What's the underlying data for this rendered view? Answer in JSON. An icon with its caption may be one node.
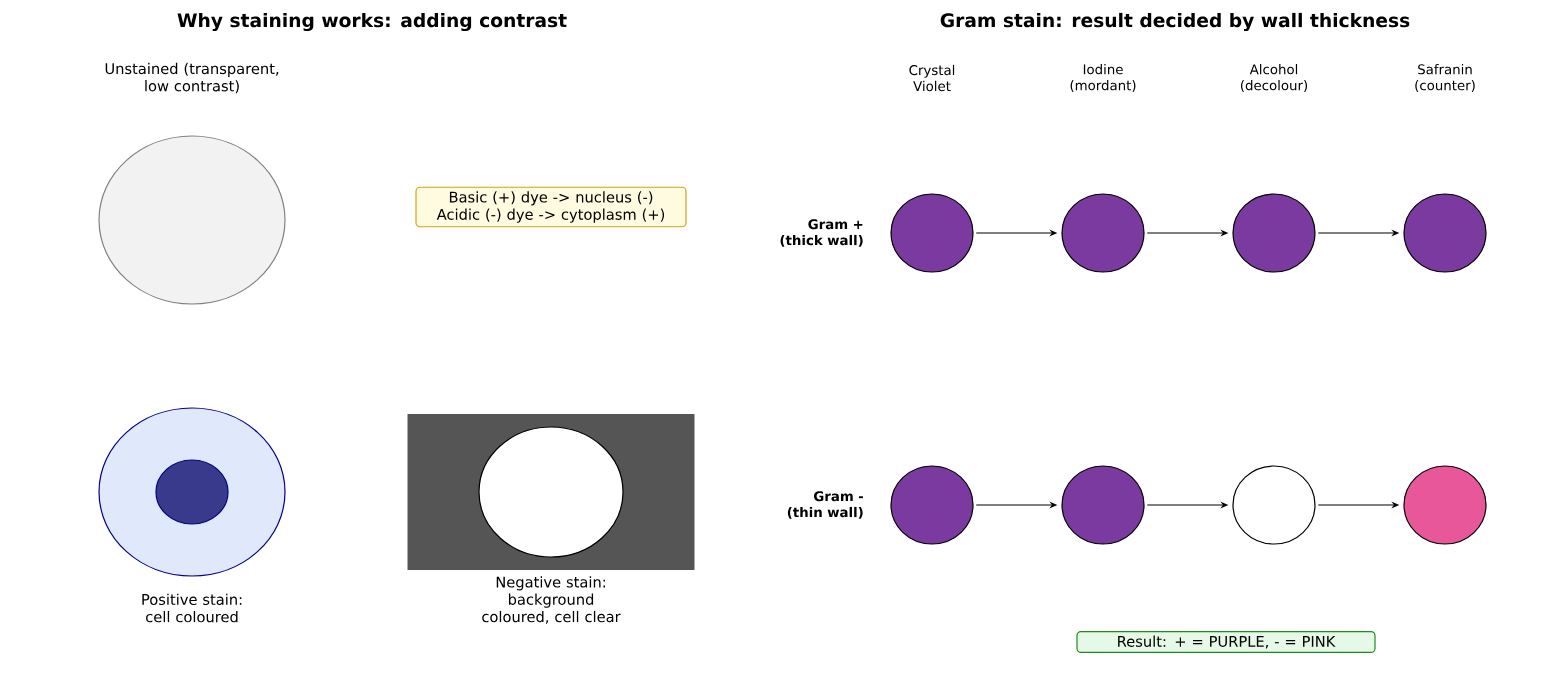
{
  "diagram": {
    "nodes": [
      {
        "text": [
          "Unstained (transparent, low contrast)"
        ]
      },
      {
        "text": [
          "Basic (+) dye -> nucleus (-) Acidic (-) dye -> cytoplasm (+)"
        ]
      },
      {
        "text": [
          "Positive stain: cell coloured"
        ]
      },
      {
        "text": [
          "Negative stain: background coloured, cell clear"
        ]
      },
      {
        "text": [],
        "shape": "circle"
      },
      {
        "text": [],
        "shape": "circle"
      },
      {
        "text": [],
        "shape": "circle"
      },
      {
        "text": [],
        "shape": "circle"
      },
      {
        "text": [],
        "shape": "circle"
      },
      {
        "text": [],
        "shape": "circle"
      },
      {
        "text": [],
        "shape": "circle"
      },
      {
        "text": [],
        "shape": "circle"
      },
      {
        "text": [
          "Result: + = PURPLE,  - = PINK"
        ]
      }
    ],
    "edges": [
      {
        "from": 4,
        "to": 5,
        "arrow": "to"
      },
      {
        "from": 5,
        "to": 6,
        "arrow": "to"
      },
      {
        "from": 6,
        "to": 7,
        "arrow": "to"
      },
      {
        "from": 8,
        "to": 9,
        "arrow": "to"
      },
      {
        "from": 9,
        "to": 10,
        "arrow": "to"
      },
      {
        "from": 10,
        "to": 11,
        "arrow": "to"
      }
    ],
    "labels": [
      "Why staining works: adding contrast",
      "Gram stain: result decided by wall thickness",
      "Crystal Violet",
      "Iodine (mordant)",
      "Alcohol (decolour)",
      "Safranin (counter)",
      "Gram + (thick wall)",
      "Gram - (thin wall)"
    ]
  }
}
